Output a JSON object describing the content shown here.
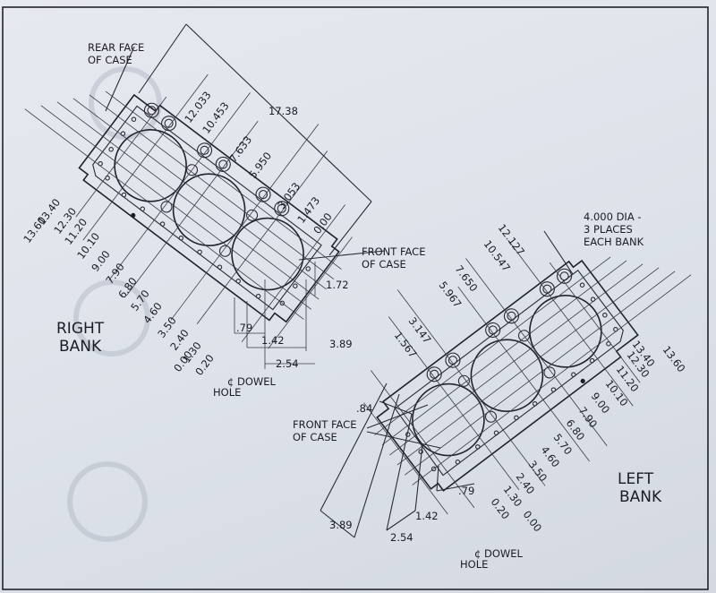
{
  "right_bank": {
    "title": [
      "RIGHT",
      "BANK"
    ],
    "rear_face": [
      "REAR FACE",
      "OF CASE"
    ],
    "front_face": [
      "FRONT FACE",
      "OF CASE"
    ],
    "dowel": [
      "¢ DOWEL",
      "HOLE"
    ],
    "overall": "17.38",
    "top_dims": [
      "12.033",
      "10.453",
      "7.633",
      "5.950",
      "3.053",
      "1.473",
      "0.00"
    ],
    "side_dims": [
      "13.60",
      "13.40",
      "12.30",
      "11.20",
      "10.10",
      "9.00",
      "7.90",
      "6.80",
      "5.70",
      "4.60",
      "3.50",
      "2.40",
      "1.30",
      "0.20",
      "0.00"
    ],
    "bottom_dims": [
      ".79",
      "1.42",
      "2.54",
      "3.89",
      "1.72"
    ]
  },
  "left_bank": {
    "title": [
      "LEFT",
      "BANK"
    ],
    "bore_note": [
      "4.000 DIA -",
      "3 PLACES",
      "EACH BANK"
    ],
    "front_face": [
      "FRONT FACE",
      "OF CASE"
    ],
    "dowel": [
      "¢ DOWEL",
      "HOLE"
    ],
    "top_dims": [
      "12.127",
      "10.547",
      "7.650",
      "5.967",
      "3.147",
      "1.567"
    ],
    "side_dims": [
      "13.40",
      "13.60",
      "12.30",
      "11.20",
      "10.10",
      "9.00",
      "7.90",
      "6.80",
      "5.70",
      "4.60",
      "3.50",
      "2.40",
      "1.30",
      "0.20",
      "0.00"
    ],
    "bottom_dims": [
      ".84",
      ".79",
      "1.42",
      "2.54",
      "3.89"
    ]
  }
}
